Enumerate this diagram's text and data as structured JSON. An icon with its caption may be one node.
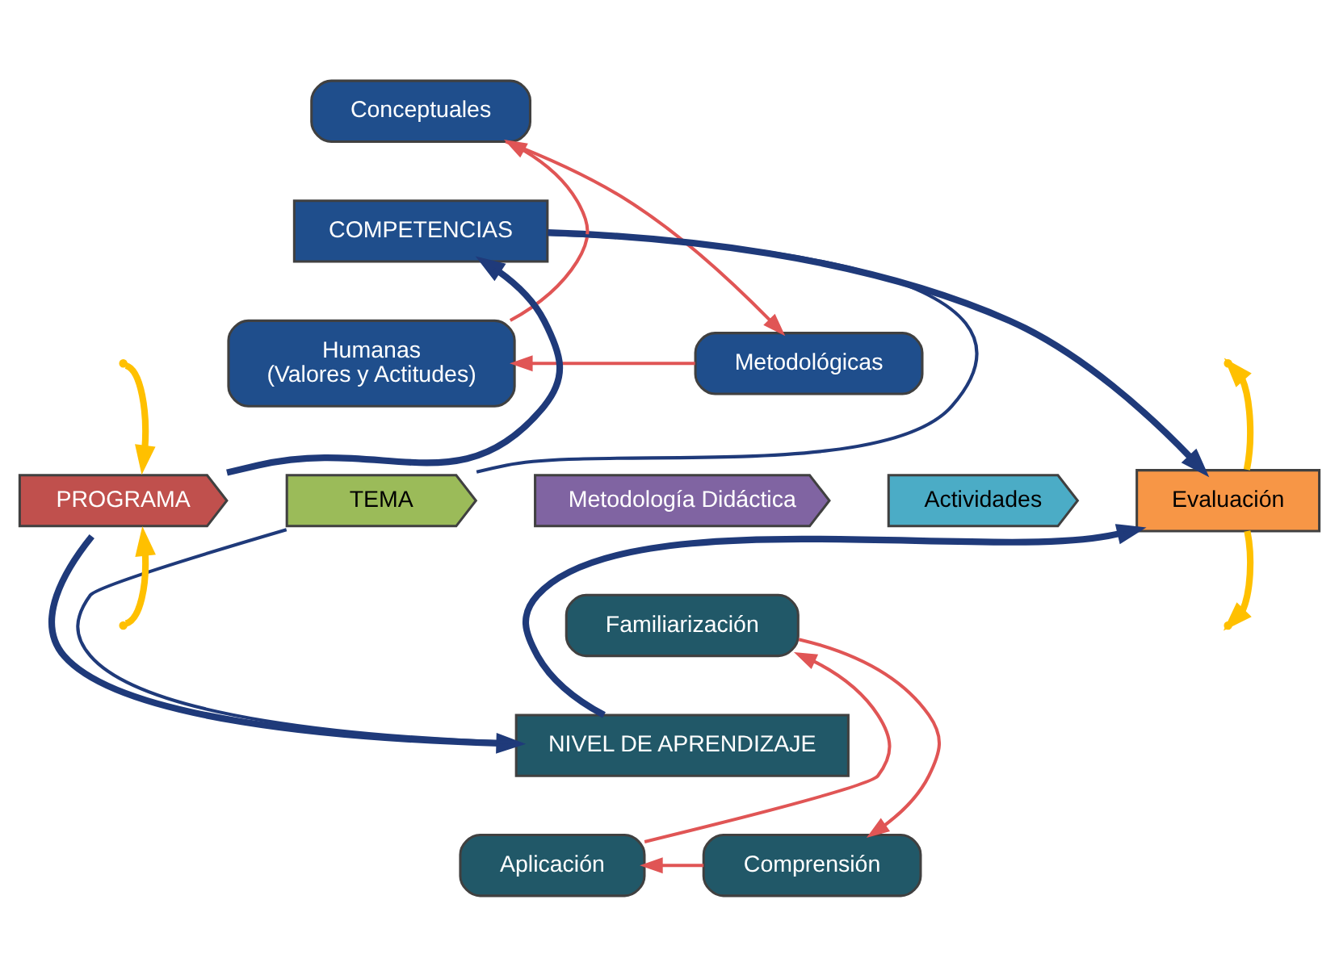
{
  "diagram": {
    "nodes": [
      {
        "text": [
          "Conceptuales"
        ]
      },
      {
        "text": [
          "COMPETENCIAS"
        ]
      },
      {
        "text": [
          "Humanas",
          "(Valores y Actitudes)"
        ]
      },
      {
        "text": [
          "Metodológicas"
        ]
      },
      {
        "text": [
          "PROGRAMA"
        ]
      },
      {
        "text": [
          "TEMA"
        ]
      },
      {
        "text": [
          "Metodología Didáctica"
        ]
      },
      {
        "text": [
          "Actividades"
        ]
      },
      {
        "text": [
          "Evaluación"
        ]
      },
      {
        "text": [
          "Familiarización"
        ]
      },
      {
        "text": [
          "NIVEL DE APRENDIZAJE"
        ]
      },
      {
        "text": [
          "Aplicación"
        ]
      },
      {
        "text": [
          "Comprensión"
        ]
      }
    ],
    "edges": [
      {
        "from": 0,
        "to": 3,
        "arrow": "to",
        "color": "#e05555"
      },
      {
        "from": 3,
        "to": 2,
        "arrow": "to",
        "color": "#e05555"
      },
      {
        "from": 2,
        "to": 0,
        "arrow": "to",
        "color": "#e05555"
      },
      {
        "from": 4,
        "to": 1,
        "arrow": "to",
        "style": "thick",
        "color": "#1f3a7a"
      },
      {
        "from": 5,
        "to": 1,
        "arrow": "none",
        "color": "#1f3a7a"
      },
      {
        "from": 1,
        "to": 8,
        "arrow": "to",
        "style": "thick",
        "color": "#1f3a7a"
      },
      {
        "from": null,
        "to": 4,
        "arrow": "to",
        "style": "thick",
        "color": "#ffc000"
      },
      {
        "from": 8,
        "to": null,
        "arrow": "to",
        "style": "thick",
        "color": "#ffc000"
      },
      {
        "from": 4,
        "to": 10,
        "arrow": "to",
        "style": "thick",
        "color": "#1f3a7a"
      },
      {
        "from": 5,
        "to": 10,
        "arrow": "none",
        "color": "#1f3a7a"
      },
      {
        "from": 10,
        "to": 8,
        "arrow": "to",
        "style": "thick",
        "color": "#1f3a7a"
      },
      {
        "from": null,
        "to": 4,
        "arrow": "to",
        "style": "thick",
        "color": "#ffc000"
      },
      {
        "from": 8,
        "to": null,
        "arrow": "to",
        "style": "thick",
        "color": "#ffc000"
      },
      {
        "from": 11,
        "to": 9,
        "arrow": "to",
        "color": "#e05555"
      },
      {
        "from": 9,
        "to": 12,
        "arrow": "to",
        "color": "#e05555"
      },
      {
        "from": 12,
        "to": 11,
        "arrow": "to",
        "color": "#e05555"
      }
    ]
  }
}
